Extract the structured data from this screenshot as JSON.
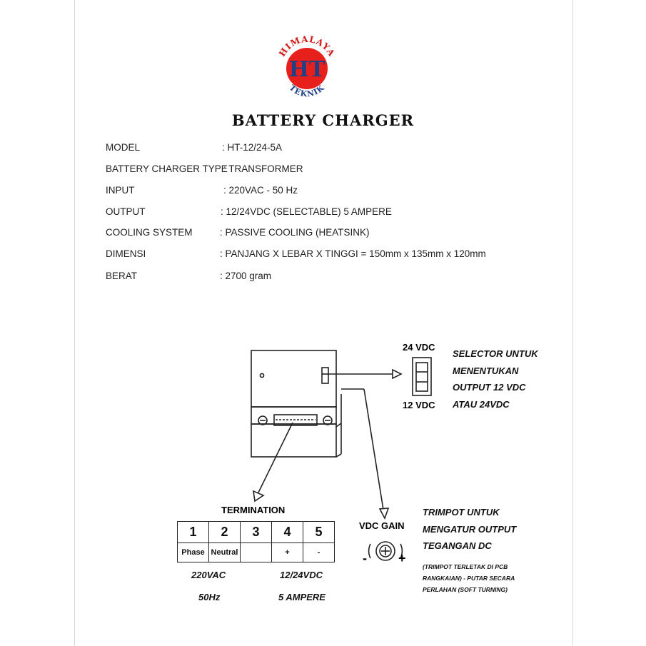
{
  "logo": {
    "top_text": "HIMALAYA",
    "bottom_text": "TEKNIK",
    "initials": "HT",
    "icon": "himalaya-teknik-logo"
  },
  "title": "BATTERY CHARGER",
  "specs": [
    {
      "label": "MODEL",
      "value": ": HT-12/24-5A"
    },
    {
      "label": "BATTERY CHARGER TYPE",
      "value": ": TRANSFORMER"
    },
    {
      "label": "INPUT",
      "value": ": 220VAC - 50 Hz"
    },
    {
      "label": "OUTPUT",
      "value": ": 12/24VDC (SELECTABLE) 5 AMPERE"
    },
    {
      "label": "COOLING SYSTEM",
      "value": ": PASSIVE COOLING (HEATSINK)"
    },
    {
      "label": "DIMENSI",
      "value": ":  PANJANG X LEBAR X TINGGI = 150mm x 135mm x 120mm"
    },
    {
      "label": "BERAT",
      "value": ":  2700 gram"
    }
  ],
  "selector": {
    "top_label": "24 VDC",
    "bottom_label": "12 VDC",
    "note": [
      "SELECTOR UNTUK",
      "MENENTUKAN",
      "OUTPUT 12 VDC",
      "ATAU 24VDC"
    ]
  },
  "termination": {
    "heading": "TERMINATION",
    "numbers": [
      "1",
      "2",
      "3",
      "4",
      "5"
    ],
    "labels": [
      "Phase",
      "Neutral",
      "",
      "+",
      "-"
    ]
  },
  "input_label": {
    "line1": "220VAC",
    "line2": "50Hz"
  },
  "output_label": {
    "line1": "12/24VDC",
    "line2": "5 AMPERE"
  },
  "gain": {
    "heading": "VDC GAIN",
    "minus": "-",
    "plus": "+",
    "note": [
      "TRIMPOT UNTUK",
      "MENGATUR OUTPUT",
      "TEGANGAN DC"
    ],
    "small_note": [
      "(TRIMPOT TERLETAK DI PCB",
      "RANGKAIAN) - PUTAR SECARA",
      "PERLAHAN (SOFT TURNING)"
    ]
  }
}
